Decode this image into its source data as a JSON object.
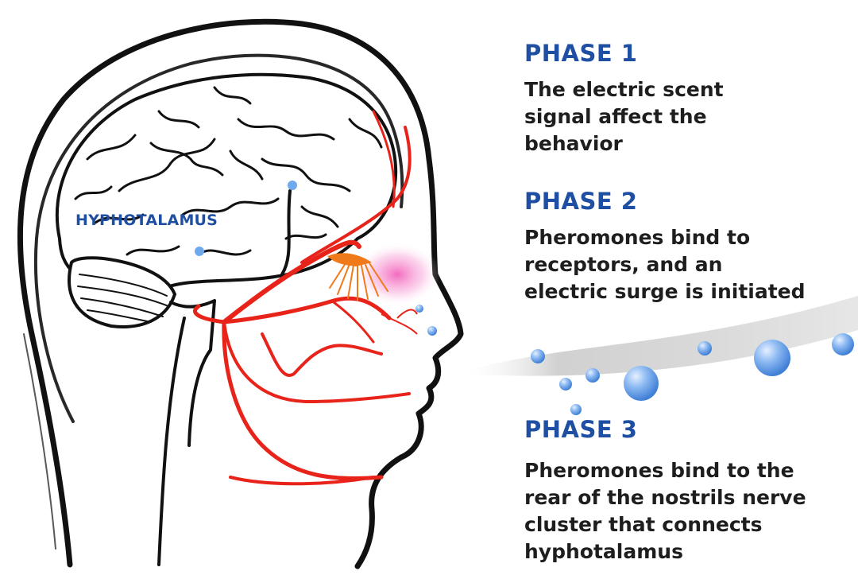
{
  "diagram": {
    "brain_label": "HYPHOTALAMUS",
    "phases": [
      {
        "title": "PHASE 1",
        "lines": [
          "The electric scent",
          "signal affect the",
          "behavior"
        ]
      },
      {
        "title": "PHASE 2",
        "lines": [
          "Pheromones bind to",
          "receptors, and an",
          "electric surge is initiated"
        ]
      },
      {
        "title": "PHASE 3",
        "lines": [
          "Pheromones bind to the",
          "rear of the nostrils nerve",
          "cluster that connects",
          "hyphotalamus"
        ]
      }
    ]
  },
  "colors": {
    "title_blue": "#1f4fa3",
    "text_dark": "#1e1e1e",
    "nerve_red": "#e8231a",
    "bulb_orange": "#f07a1a",
    "scent_pink": "#f25ab8",
    "bubble_blue": "#6fa8ec",
    "scent_gray": "#c9c9c9"
  },
  "icons": [
    "head-outline-icon",
    "brain-icon",
    "nerve-network-icon",
    "olfactory-bulb-icon",
    "scent-stream-icon",
    "pheromone-bubble-icon"
  ]
}
